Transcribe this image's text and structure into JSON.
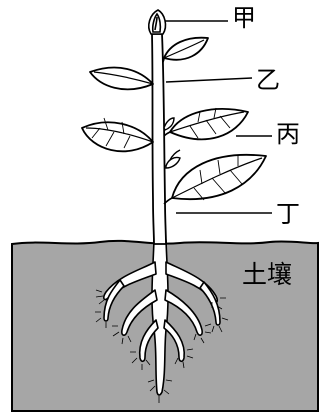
{
  "labels": {
    "jia": "甲",
    "yi": "乙",
    "bing": "丙",
    "ding": "丁",
    "soil": "土壤"
  },
  "colors": {
    "soil": "#a6a6a6",
    "outline": "#000000",
    "plant_fill": "#ffffff"
  }
}
